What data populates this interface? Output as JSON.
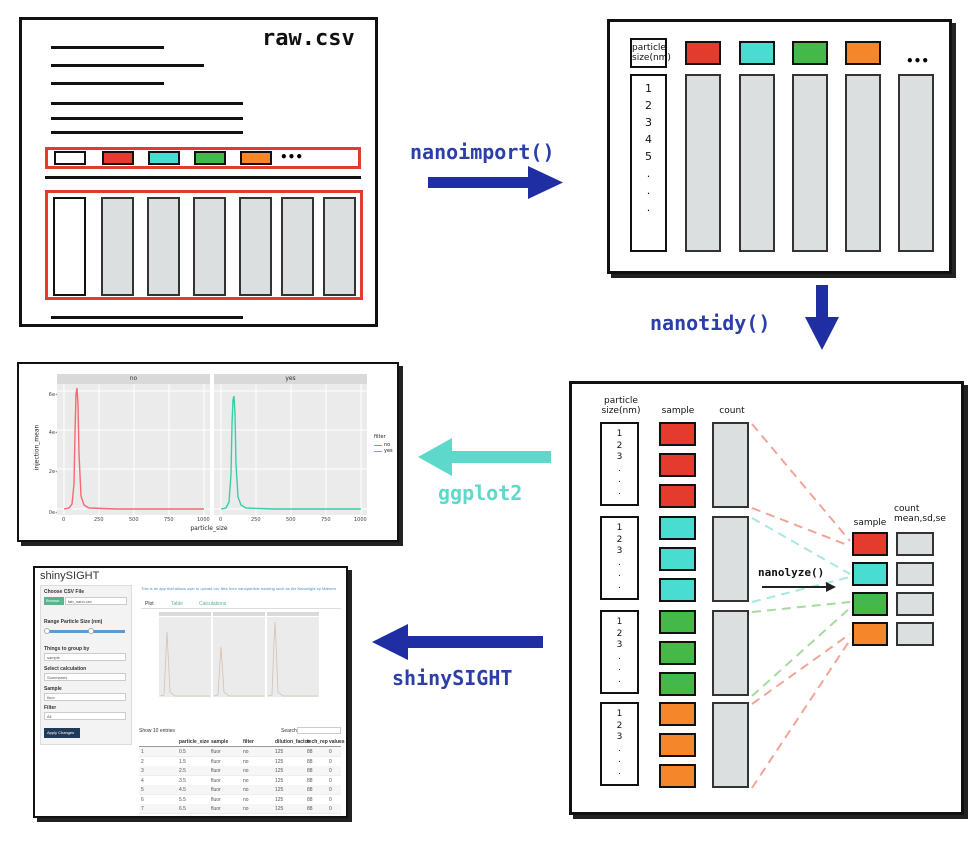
{
  "raw_box": {
    "filename": "raw.csv",
    "ellipsis": "•••"
  },
  "tidy_wide": {
    "header_label": "particle\nsize(nm)",
    "ids": "1\n2\n3\n4\n5\n.\n.\n.",
    "ellipsis": "•••"
  },
  "functions": {
    "import": "nanoimport()",
    "tidy": "nanotidy()",
    "plot": "ggplot2",
    "analyze": "nanolyze()",
    "app": "shinySIGHT"
  },
  "long_table": {
    "col_particle": "particle\nsize(nm)",
    "col_sample": "sample",
    "col_count": "count",
    "ids": "1\n2\n3\n.\n.\n.",
    "summary_sample": "sample",
    "summary_count": "count\nmean,sd,se"
  },
  "ggplot": {
    "panel_no": "no",
    "panel_yes": "yes",
    "ylabel": "injection_mean",
    "xlabel": "particle_size",
    "yticks": [
      "0e+00 -",
      "2e+11 -",
      "4e+11 -",
      "6e+11 -"
    ],
    "xticks_left": [
      "0",
      "250",
      "500",
      "750",
      "1000"
    ],
    "xticks_right": [
      "0",
      "250",
      "500",
      "750",
      "1000"
    ],
    "legend_title": "filter",
    "legend_items": [
      "no",
      "yes"
    ]
  },
  "shiny": {
    "title": "shinySIGHT",
    "description": "This is an app that allows user to upload csv files from nanoparticle tracking such as the Nanosight by Malvern",
    "choose_csv": "Choose CSV File",
    "browse": "Browse...",
    "file_name": "fab_nano.csv",
    "range_label": "Range Particle Size (nm)",
    "things_group": "Things to group by",
    "group_value": "sample",
    "select_calc": "Select calculation",
    "calc_value": "Summaries",
    "sample_label": "Sample",
    "sample_value": "fluor",
    "filter_label": "Filter",
    "filter_value": "All",
    "apply": "Apply Changes",
    "tabs": [
      "Plot",
      "Table",
      "Calculations"
    ],
    "show_entries": "Show 10 entries",
    "search": "Search:",
    "table_headers": [
      "",
      "particle_size",
      "sample",
      "filter",
      "dilution_factor",
      "tech_rep",
      "values"
    ],
    "table_rows": [
      [
        "1",
        "0.5",
        "fluor",
        "no",
        "125",
        "88",
        "0"
      ],
      [
        "2",
        "1.5",
        "fluor",
        "no",
        "125",
        "88",
        "0"
      ],
      [
        "3",
        "2.5",
        "fluor",
        "no",
        "125",
        "88",
        "0"
      ],
      [
        "4",
        "3.5",
        "fluor",
        "no",
        "125",
        "88",
        "0"
      ],
      [
        "5",
        "4.5",
        "fluor",
        "no",
        "125",
        "88",
        "0"
      ],
      [
        "6",
        "5.5",
        "fluor",
        "no",
        "125",
        "88",
        "0"
      ],
      [
        "7",
        "6.5",
        "fluor",
        "no",
        "125",
        "88",
        "0"
      ]
    ]
  },
  "colors": {
    "arrow_blue": "#1f2fa3",
    "arrow_cyan": "#5fd8cc",
    "red": "#e53b2f",
    "teal": "#48ddd0",
    "green": "#45b84a",
    "orange": "#f5872a",
    "highlight_red": "#e53b2f"
  }
}
